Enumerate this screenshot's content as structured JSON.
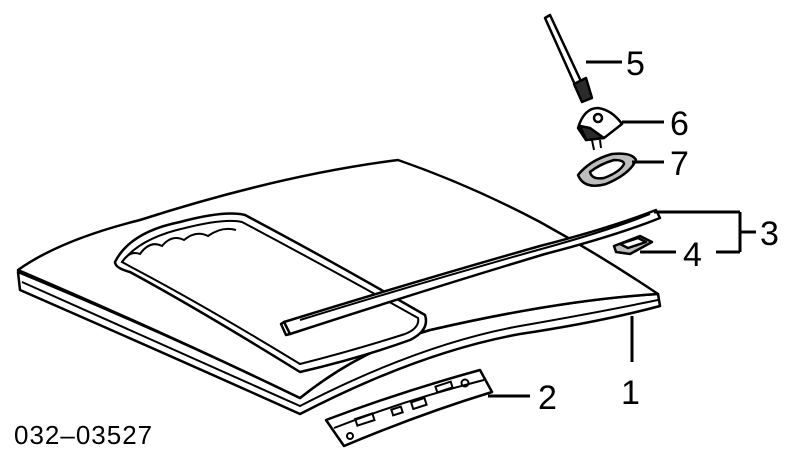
{
  "diagram": {
    "part_code": "032–03527",
    "callouts": [
      {
        "id": "1",
        "label": "1"
      },
      {
        "id": "2",
        "label": "2"
      },
      {
        "id": "3",
        "label": "3"
      },
      {
        "id": "4",
        "label": "4"
      },
      {
        "id": "5",
        "label": "5"
      },
      {
        "id": "6",
        "label": "6"
      },
      {
        "id": "7",
        "label": "7"
      }
    ]
  }
}
